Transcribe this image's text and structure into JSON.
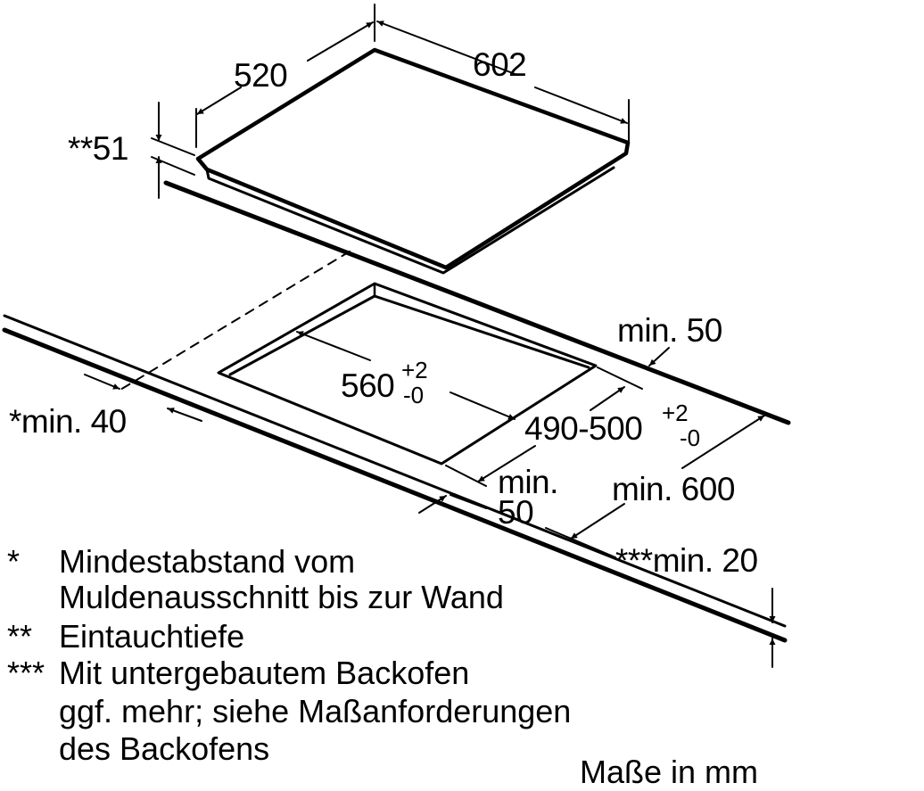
{
  "dimensions": {
    "hob_depth": "520",
    "hob_width": "602",
    "immersion_depth": "**51",
    "cutout_width": "560",
    "cutout_width_tol_plus": "+2",
    "cutout_width_tol_minus": "-0",
    "cutout_depth": "490-500",
    "cutout_depth_tol_plus": "+2",
    "cutout_depth_tol_minus": "-0",
    "min_back": "min. 50",
    "min_wall": "*min. 40",
    "min_front_1": "min.",
    "min_front_2": "50",
    "min_worktop": "min. 600",
    "min_thickness": "***min. 20"
  },
  "notes": [
    {
      "marker": "*",
      "lines": [
        "Mindestabstand vom",
        "Muldenausschnitt bis zur Wand"
      ]
    },
    {
      "marker": "**",
      "lines": [
        "Eintauchtiefe"
      ]
    },
    {
      "marker": "***",
      "lines": [
        "Mit untergebautem Backofen",
        "ggf. mehr; siehe Maßanforderungen",
        "des Backofens"
      ]
    }
  ],
  "units_label": "Maße in mm",
  "colors": {
    "line": "#000000",
    "background": "#ffffff"
  }
}
